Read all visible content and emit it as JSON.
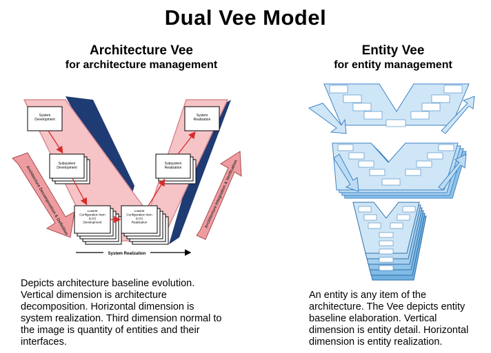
{
  "title": "Dual Vee Model",
  "left": {
    "heading": "Architecture Vee",
    "subheading": "for architecture management",
    "boxes": {
      "system_development": "System\nDevelopment",
      "subsystem_development": "Subsystem\nDevelopment",
      "lci_development": "Lowest\nConfiguration Item\n(LCI)\nDevelopment",
      "lci_realization": "Lowest\nConfiguration Item\n(LCI)\nRealization",
      "subsystem_realization": "Subsystem\nRealization",
      "system_realization": "System\nRealization"
    },
    "left_arrow_label": "Architecture Decomposition & Definition",
    "right_arrow_label": "Architecture Integration & Verification",
    "axis_label": "System Realization",
    "description": [
      "Depicts architecture baseline evolution.",
      "Vertical dimension is architecture",
      "decomposition. Horizontal dimension is",
      "system realization. Third dimension normal to",
      "the image is quantity of entities and their",
      "interfaces."
    ]
  },
  "right": {
    "heading": "Entity Vee",
    "subheading": "for entity management",
    "description": [
      "An entity is any item of the",
      "architecture. The Vee depicts entity",
      "baseline elaboration. Vertical",
      "dimension is entity detail. Horizontal",
      "dimension is entity realization."
    ]
  },
  "colors": {
    "pink_fill": "#f6c4c7",
    "pink_edge": "#d98a90",
    "navy": "#1f3b73",
    "red_arrow": "#d62b2b",
    "light_blue": "#cfe6f7",
    "mid_blue": "#8cc3ea",
    "blue_edge": "#3d82c4"
  }
}
